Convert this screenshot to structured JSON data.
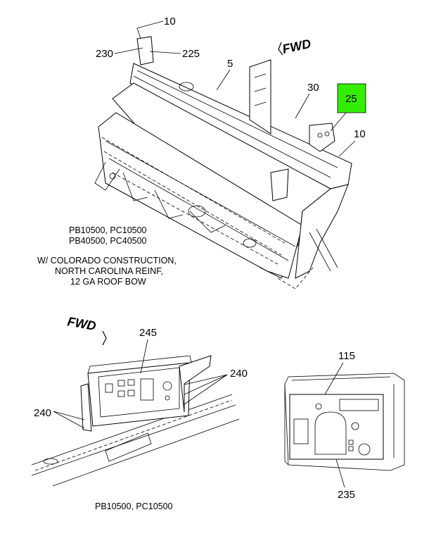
{
  "callouts": {
    "c10_top": "10",
    "c230": "230",
    "c225": "225",
    "c5": "5",
    "c30": "30",
    "c25": "25",
    "c10_right": "10",
    "c245": "245",
    "c240_right": "240",
    "c240_left": "240",
    "c115": "115",
    "c235": "235"
  },
  "fwd": {
    "top": "FWD",
    "mid": "FWD"
  },
  "notes": {
    "models_top_1": "PB10500, PC10500",
    "models_top_2": "PB40500, PC40500",
    "option_1": "W/ COLORADO CONSTRUCTION,",
    "option_2": "NORTH CAROLINA REINF,",
    "option_3": "12 GA ROOF BOW",
    "models_bottom": "PB10500, PC10500"
  },
  "colors": {
    "highlight": "#33ee00"
  }
}
